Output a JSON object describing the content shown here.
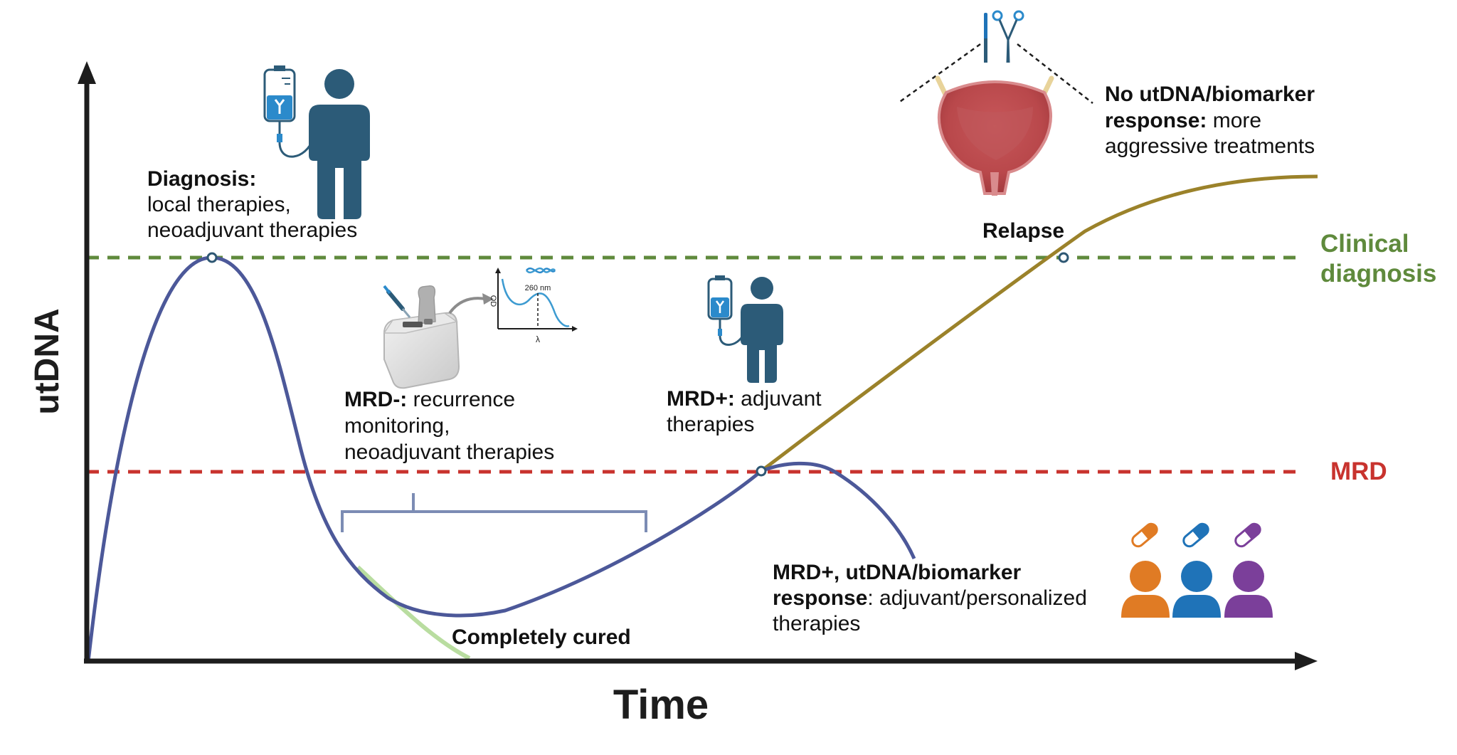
{
  "axes": {
    "y_label": "utDNA",
    "x_label": "Time"
  },
  "thresholds": {
    "clinical": {
      "label_line1": "Clinical",
      "label_line2": "diagnosis",
      "color": "#5f8a3c"
    },
    "mrd": {
      "label": "MRD",
      "color": "#c8332e"
    }
  },
  "colors": {
    "main_curve": "#4c5899",
    "relapse_curve": "#9b822a",
    "cured_curve": "#b9dda0",
    "bracket": "#7c8cb4",
    "axis": "#1d1d1d",
    "person": "#2c5b78",
    "drug_orange": "#e07b24",
    "drug_blue": "#1f73b8",
    "drug_purple": "#7b3f9a"
  },
  "annotations": {
    "diagnosis": {
      "title": "Diagnosis:",
      "line1": "local therapies,",
      "line2": "neoadjuvant therapies"
    },
    "mrd_neg": {
      "title": "MRD-:",
      "line1_rest": " recurrence",
      "line2": "monitoring,",
      "line3": "neoadjuvant therapies"
    },
    "mrd_pos": {
      "title": "MRD+:",
      "line1_rest": " adjuvant",
      "line2": "therapies"
    },
    "relapse": {
      "label": "Relapse"
    },
    "no_response": {
      "line1": "No utDNA/biomarker",
      "line2_bold": "response:",
      "line2_rest": " more",
      "line3": "aggressive treatments"
    },
    "response": {
      "line1": "MRD+, utDNA/biomarker",
      "line2_bold": "response",
      "line2_rest": ": adjuvant/personalized",
      "line3": "therapies"
    },
    "cured": {
      "label": "Completely cured"
    }
  },
  "instrument_chart": {
    "peak_label": "260 nm",
    "y_axis": "OD",
    "x_axis": "λ"
  },
  "icons": {
    "iv_bag_1": "iv-bag-antibody-icon",
    "patient_1": "person-icon",
    "iv_bag_2": "iv-bag-antibody-icon",
    "patient_2": "person-icon",
    "spectrophotometer": "spectrophotometer-icon",
    "pipette": "pipette-icon",
    "dna": "dna-icon",
    "bladder": "bladder-icon",
    "scalpel": "scalpel-icon",
    "scissors": "scissors-icon",
    "pills": [
      "pill-icon",
      "pill-icon",
      "pill-icon"
    ],
    "patients": [
      "person-icon",
      "person-icon",
      "person-icon"
    ]
  }
}
